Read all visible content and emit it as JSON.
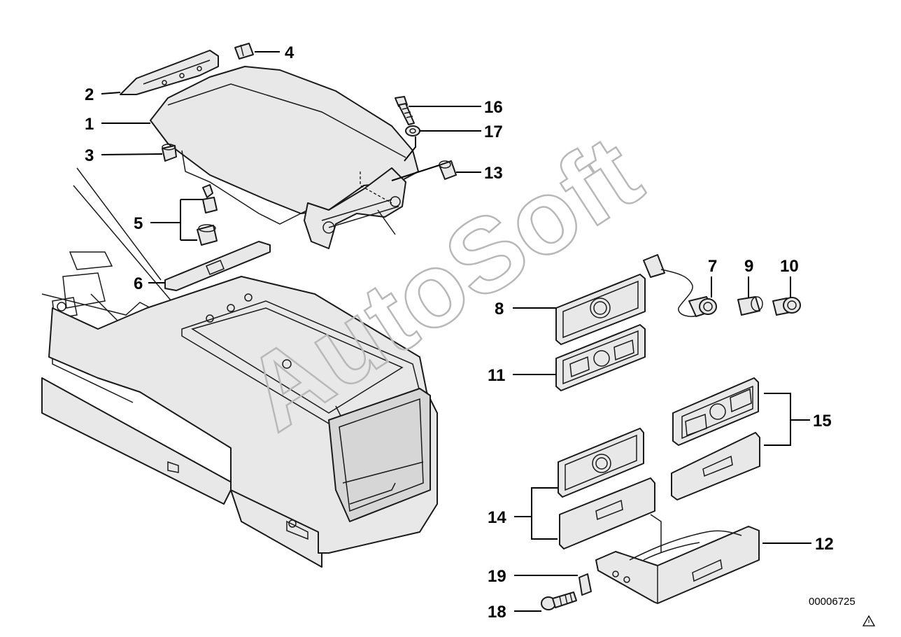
{
  "callouts": {
    "c1": "1",
    "c2": "2",
    "c3": "3",
    "c4": "4",
    "c5": "5",
    "c6": "6",
    "c7": "7",
    "c8": "8",
    "c9": "9",
    "c10": "10",
    "c11": "11",
    "c12": "12",
    "c13": "13",
    "c14": "14",
    "c15": "15",
    "c16": "16",
    "c17": "17",
    "c18": "18",
    "c19": "19"
  },
  "document_id": "00006725",
  "watermark": "AutoSoft"
}
